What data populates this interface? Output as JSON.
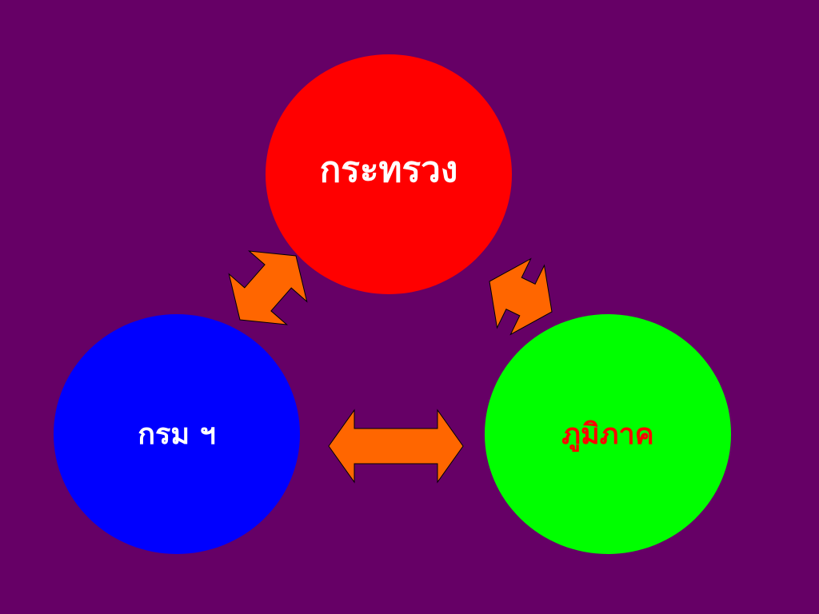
{
  "colors": {
    "background": "#660066",
    "arrow_fill": "#FF6600",
    "arrow_stroke": "#000000"
  },
  "nodes": {
    "top": {
      "label": "กระทรวง",
      "fill": "#FF0000",
      "text_color": "#FFFFFF"
    },
    "left": {
      "label": "กรม ฯ",
      "fill": "#0000FF",
      "text_color": "#FFFFFF"
    },
    "right": {
      "label": "ภูมิภาค",
      "fill": "#00FF00",
      "text_color": "#FF0000"
    }
  },
  "arrows": [
    {
      "from": "left",
      "to": "top",
      "direction": "bidirectional"
    },
    {
      "from": "top",
      "to": "right",
      "direction": "bidirectional"
    },
    {
      "from": "left",
      "to": "right",
      "direction": "bidirectional"
    }
  ]
}
